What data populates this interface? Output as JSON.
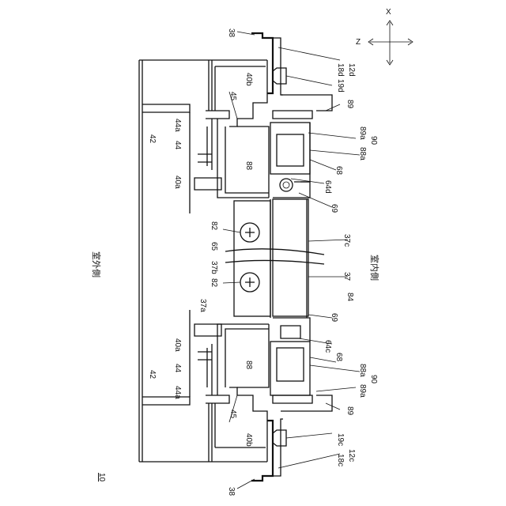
{
  "axes": {
    "x": "X",
    "z": "Z"
  },
  "figure_number": "10",
  "outdoor_side": "室外側",
  "indoor_side": "室内側",
  "labels": {
    "l38_top": "38",
    "l38_bot": "38",
    "l18d": "18d",
    "l12d": "12d",
    "l19d": "19d",
    "l40b_top": "40b",
    "l40b_bot": "40b",
    "l45_top": "45",
    "l45_bot": "45",
    "l89_top": "89",
    "l89_bot": "89",
    "l89a_top": "89a",
    "l89a_bot": "89a",
    "l88a_top": "88a",
    "l88a_bot": "88a",
    "l90_top": "90",
    "l90_bot": "90",
    "l68_top": "68",
    "l68_bot": "68",
    "l88_top": "88",
    "l88_bot": "88",
    "l64d": "64d",
    "l64c": "64c",
    "l69_top": "69",
    "l69_bot": "69",
    "l42_top": "42",
    "l42_bot": "42",
    "l44a_top": "44a",
    "l44a_bot": "44a",
    "l44_top": "44",
    "l44_bot": "44",
    "l40a_top": "40a",
    "l40a_bot": "40a",
    "l82_top": "82",
    "l82_bot": "82",
    "l65": "65",
    "l37b": "37b",
    "l37c": "37c",
    "l37": "37",
    "l37a": "37a",
    "l84": "84",
    "l18c": "18c",
    "l19c": "19c",
    "l12c": "12c"
  }
}
